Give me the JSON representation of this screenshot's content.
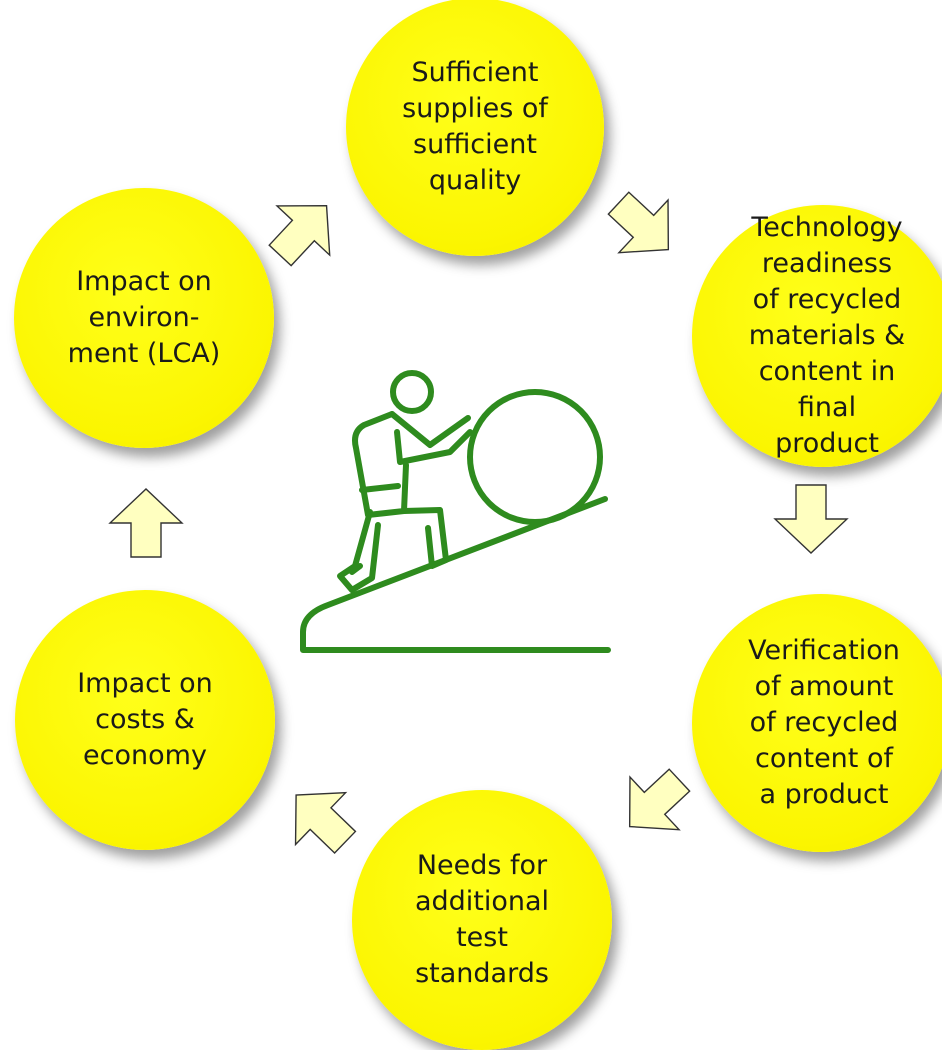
{
  "diagram": {
    "nodes": [
      {
        "id": "supplies",
        "label": "Sufficient\nsupplies of\nsufficient\nquality"
      },
      {
        "id": "technology",
        "label": "Technology\nreadiness\nof recycled\nmaterials &\ncontent in\nfinal\nproduct"
      },
      {
        "id": "verification",
        "label": "Verification\nof amount\nof recycled\ncontent of\na product"
      },
      {
        "id": "test-standards",
        "label": "Needs for\nadditional\ntest\nstandards"
      },
      {
        "id": "costs",
        "label": "Impact on\ncosts &\neconomy"
      },
      {
        "id": "environment",
        "label": "Impact on\nenviron-\nment (LCA)"
      }
    ],
    "colors": {
      "node_fill": "#ffff00",
      "arrow_fill": "#ffffc0",
      "arrow_stroke": "#333333",
      "icon_stroke": "#2e8b1e"
    },
    "center_icon": "person-pushing-boulder-uphill-icon",
    "arrow_icon": "block-arrow-icon"
  }
}
